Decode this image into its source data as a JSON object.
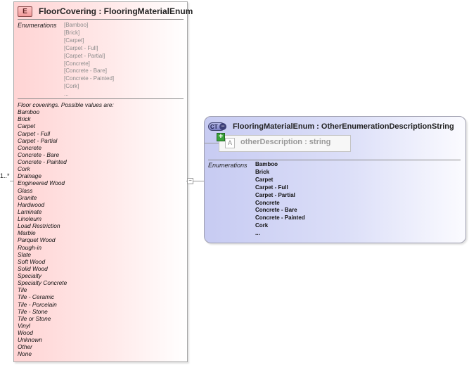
{
  "element": {
    "badge": "E",
    "title": "FloorCovering : FlooringMaterialEnum",
    "enumerations_label": "Enumerations",
    "enumerations": [
      "[Bamboo]",
      "[Brick]",
      "[Carpet]",
      "[Carpet - Full]",
      "[Carpet - Partial]",
      "[Concrete]",
      "[Concrete - Bare]",
      "[Concrete - Painted]",
      "[Cork]",
      "..."
    ],
    "documentation": [
      "Floor coverings. Possible values are:",
      "Bamboo",
      "Brick",
      "Carpet",
      "Carpet - Full",
      "Carpet - Partial",
      "Concrete",
      "Concrete - Bare",
      "Concrete - Painted",
      "Cork",
      "Drainage",
      "Engineered Wood",
      "Glass",
      "Granite",
      "Hardwood",
      "Laminate",
      "Linoleum",
      "Load Restriction",
      "Marble",
      "Parquet Wood",
      "Rough-in",
      "Slate",
      "Soft Wood",
      "Solid Wood",
      "Specialty",
      "Specialty Concrete",
      "Tile",
      "Tile - Ceramic",
      "Tile - Porcelain",
      "Tile - Stone",
      "Tile or Stone",
      "Vinyl",
      "Wood",
      "Unknown",
      "Other",
      "None"
    ]
  },
  "connector": {
    "multiplicity": "1..*",
    "collapse_symbol": "−"
  },
  "complex_type": {
    "badge": "CT",
    "title": "FlooringMaterialEnum : OtherEnumerationDescriptionString",
    "attribute": {
      "marker": "A",
      "add_symbol": "+",
      "text": "otherDescription : string"
    },
    "enumerations_label": "Enumerations",
    "enumerations": [
      "Bamboo",
      "Brick",
      "Carpet",
      "Carpet - Full",
      "Carpet - Partial",
      "Concrete",
      "Concrete - Bare",
      "Concrete - Painted",
      "Cork",
      "..."
    ]
  },
  "colors": {
    "element_fill": "#ffd4d4",
    "complex_type_fill": "#c7cbf2",
    "attribute_add": "#3aa23a"
  }
}
